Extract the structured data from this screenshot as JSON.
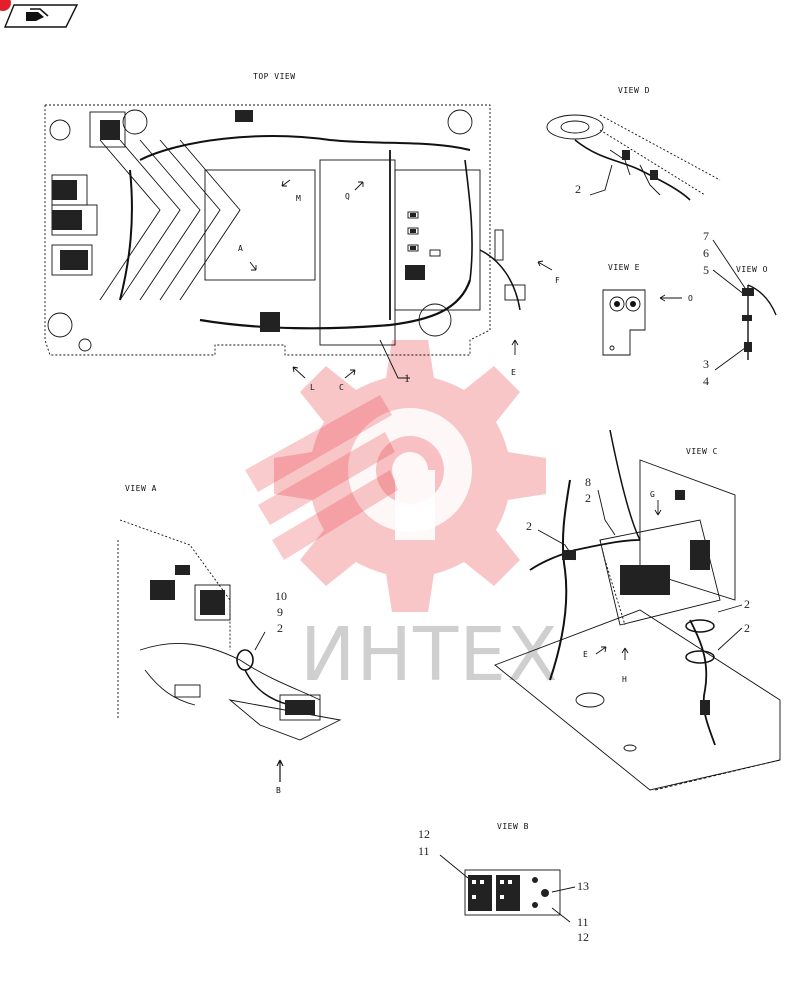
{
  "header": {
    "nav_icon": "prev-page-arrow-icon",
    "badge_color": "#e3202a"
  },
  "watermark": {
    "text": "ИНТЕХ",
    "color": "#e8333b"
  },
  "views": {
    "top": "TOP VIEW",
    "d": "VIEW D",
    "e": "VIEW E",
    "o": "VIEW O",
    "c": "VIEW C",
    "a": "VIEW A",
    "b": "VIEW B"
  },
  "letters": {
    "m": "M",
    "q": "Q",
    "a": "A",
    "f": "F",
    "e": "E",
    "l": "L",
    "c": "C",
    "o_arrow": "O",
    "g": "G",
    "ve_e": "E",
    "h": "H",
    "b": "B"
  },
  "callouts": {
    "top_1": "1",
    "d_2": "2",
    "o_7": "7",
    "o_6": "6",
    "o_5": "5",
    "o_3": "3",
    "o_4": "4",
    "c_8": "8",
    "c_2a": "2",
    "c_2b": "2",
    "c_2c": "2",
    "c_2d": "2",
    "a_10": "10",
    "a_9": "9",
    "a_2": "2",
    "b_12a": "12",
    "b_11a": "11",
    "b_13": "13",
    "b_11b": "11",
    "b_12b": "12"
  }
}
